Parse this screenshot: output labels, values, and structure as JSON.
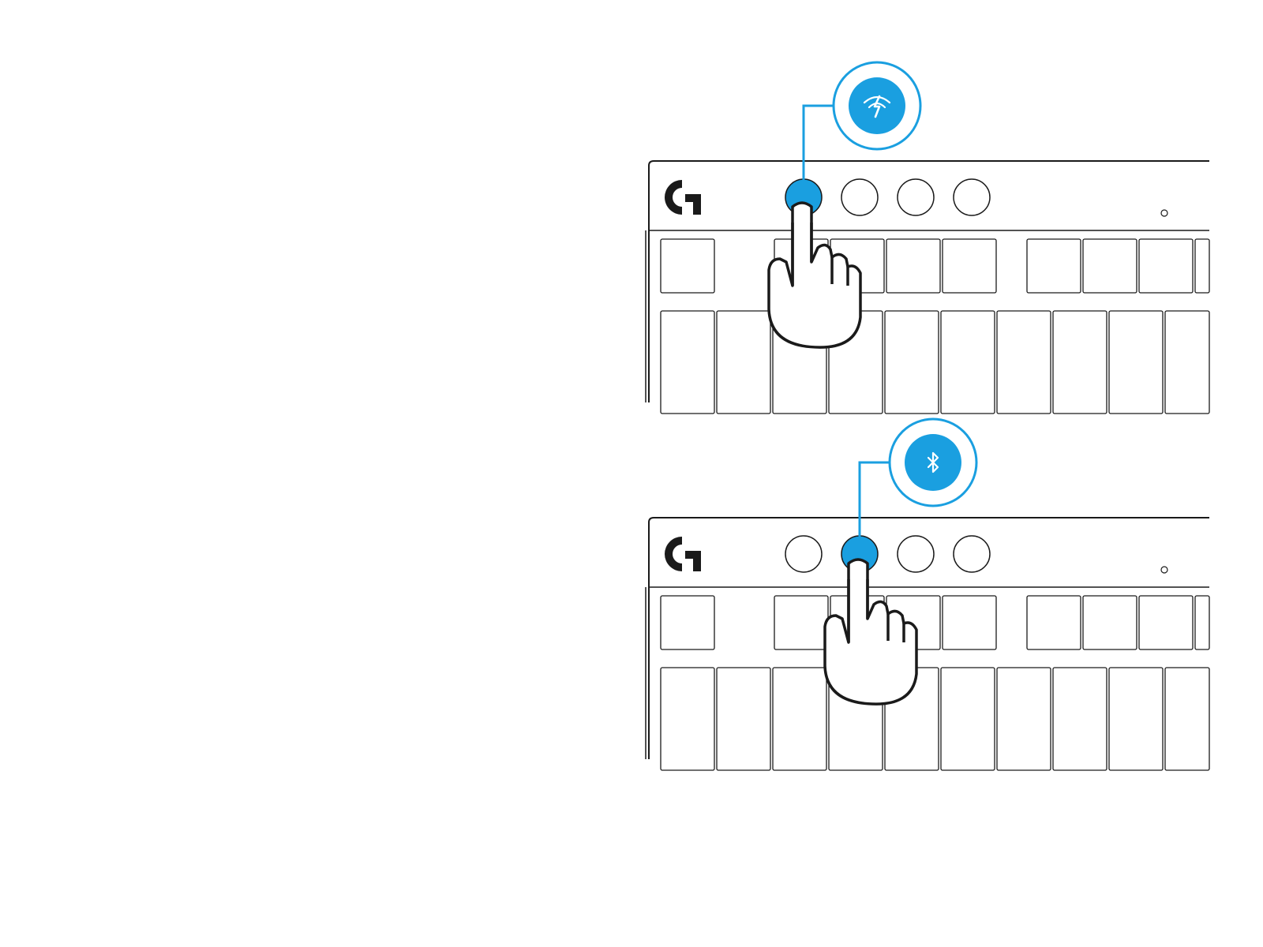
{
  "colors": {
    "accent": "#1a9fe0",
    "outline": "#1a1a1a",
    "background": "#ffffff"
  },
  "panels": [
    {
      "name": "lightspeed-pairing",
      "active_button_index": 0,
      "callout_icon": "lightspeed-wireless-icon"
    },
    {
      "name": "bluetooth-pairing",
      "active_button_index": 1,
      "callout_icon": "bluetooth-icon"
    }
  ],
  "keyboard": {
    "logo": "logitech-g-logo",
    "top_buttons": 4,
    "indicator": "status-led"
  }
}
